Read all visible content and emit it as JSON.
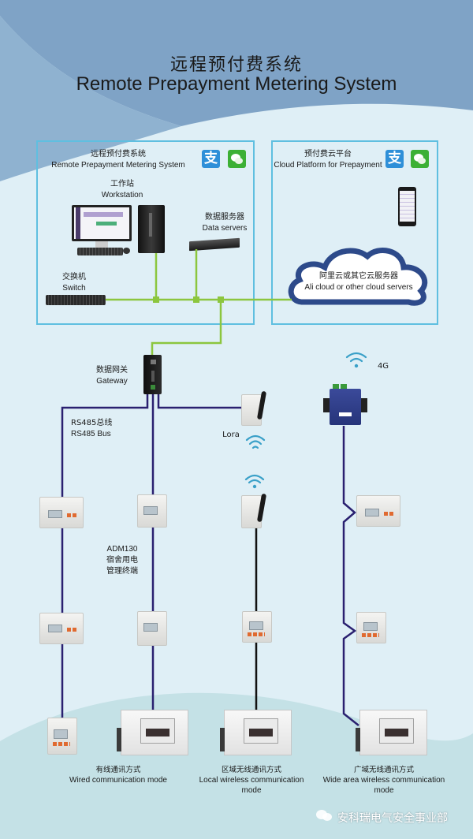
{
  "header": {
    "title_cn": "远程预付费系统",
    "title_en": "Remote Prepayment Metering System"
  },
  "local_system": {
    "title_cn": "远程预付费系统",
    "title_en": "Remote Prepayment Metering System",
    "payment_icons": [
      "alipay-icon",
      "wechat-icon"
    ],
    "workstation": {
      "cn": "工作站",
      "en": "Workstation"
    },
    "data_servers": {
      "cn": "数据服务器",
      "en": "Data servers"
    },
    "switch": {
      "cn": "交换机",
      "en": "Switch"
    }
  },
  "cloud_platform": {
    "title_cn": "预付费云平台",
    "title_en": "Cloud Platform for Prepayment",
    "payment_icons": [
      "alipay-icon",
      "wechat-icon"
    ],
    "cloud": {
      "cn": "阿里云或其它云服务器",
      "en": "Ali cloud or other cloud servers"
    }
  },
  "gateway": {
    "cn": "数据网关",
    "en": "Gateway"
  },
  "rs485": {
    "cn": "RS485总线",
    "en": "RS485 Bus"
  },
  "lora": {
    "label": "Lora"
  },
  "cellular": {
    "label": "4G"
  },
  "adm130": {
    "model": "ADM130",
    "line1": "宿舍用电",
    "line2": "管理终端"
  },
  "modes": [
    {
      "cn": "有线通讯方式",
      "en": "Wired communication mode"
    },
    {
      "cn": "区域无线通讯方式",
      "en": "Local wireless communication mode"
    },
    {
      "cn": "广域无线通讯方式",
      "en": "Wide area wireless communication mode"
    }
  ],
  "watermark": {
    "text": "安科瑞电气安全事业部"
  },
  "colors": {
    "ethernet_line": "#8cc63e",
    "rs485_line": "#2a2070",
    "lora_line": "#111111",
    "box_border": "#5fbfe0",
    "cloud_outline": "#2d4a8a",
    "wifi": "#3aa0c8"
  }
}
